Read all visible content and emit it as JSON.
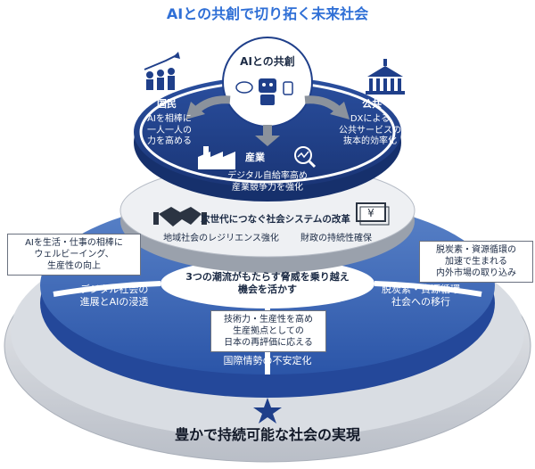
{
  "title": "AIとの共創で切り拓く未来社会",
  "top": {
    "center": "AIとの共創",
    "people": {
      "name": "国民",
      "text": "AIを相棒に\n一人一人の\n力を高める"
    },
    "public": {
      "name": "公共",
      "text": "DXによる\n公共サービスの\n抜本的効率化"
    },
    "industry": {
      "name": "産業",
      "text": "デジタル自給率高め\n産業競争力を強化"
    }
  },
  "middle": {
    "title": "次世代につなぐ社会システムの改革",
    "left": "地域社会のレジリエンス強化",
    "right": "財政の持続性確保"
  },
  "lower": {
    "title": "3つの潮流がもたらす脅威を乗り越え\n機会を活かす",
    "left": "デジタル社会の\n進展とAIの浸透",
    "right": "脱炭素・資源循環\n社会への移行",
    "bottom": "国際情勢の不安定化",
    "left_box": "AIを生活・仕事の相棒に\nウェルビーイング、\n生産性の向上",
    "right_box": "脱炭素・資源循環の\n加速で生まれる\n内外市場の取り込み",
    "bottom_box": "技術力・生産性を高め\n生産拠点としての\n日本の再評価に応える"
  },
  "goal": "豊かで持続可能な社会の実現",
  "colors": {
    "navy": "#1c3f8c",
    "blue": "#3d66b8",
    "steel": "#4e79bf",
    "silver": "#c9ced6",
    "title_blue": "#2f6fd6"
  },
  "icons": [
    "people-growth-icon",
    "government-building-icon",
    "factory-icon",
    "magnifier-chart-icon",
    "handshake-icon",
    "yen-bill-icon",
    "star-icon",
    "ai-robot-icon"
  ]
}
